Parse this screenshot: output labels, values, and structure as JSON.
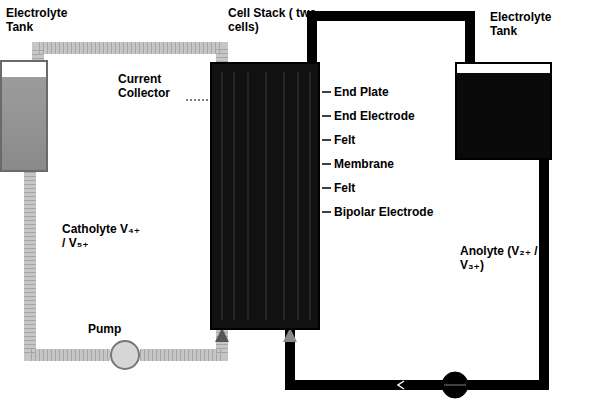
{
  "diagram": {
    "nodes": [
      {
        "text": [
          "Electrolyte Tank"
        ]
      },
      {
        "text": [
          "Cell Stack ( two cells)"
        ]
      },
      {
        "text": [
          "Electrolyte Tank"
        ]
      },
      {
        "text": [
          "Pump"
        ]
      }
    ],
    "edges": [
      {
        "from": 0,
        "to": 3,
        "arrow": "none"
      },
      {
        "from": 3,
        "to": 1,
        "arrow": "to"
      },
      {
        "from": 1,
        "to": 0,
        "arrow": "none"
      },
      {
        "from": 1,
        "to": 2,
        "arrow": "none"
      },
      {
        "from": 2,
        "to": 1,
        "arrow": "to"
      }
    ],
    "labels": [
      "Current Collector",
      "End Plate",
      "End Electrode",
      "Felt",
      "Membrane",
      "Felt",
      "Bipolar Electrode",
      "Catholyte V₄₊ / V₅₊",
      "Anolyte (V₂₊ / V₃₊)"
    ]
  }
}
